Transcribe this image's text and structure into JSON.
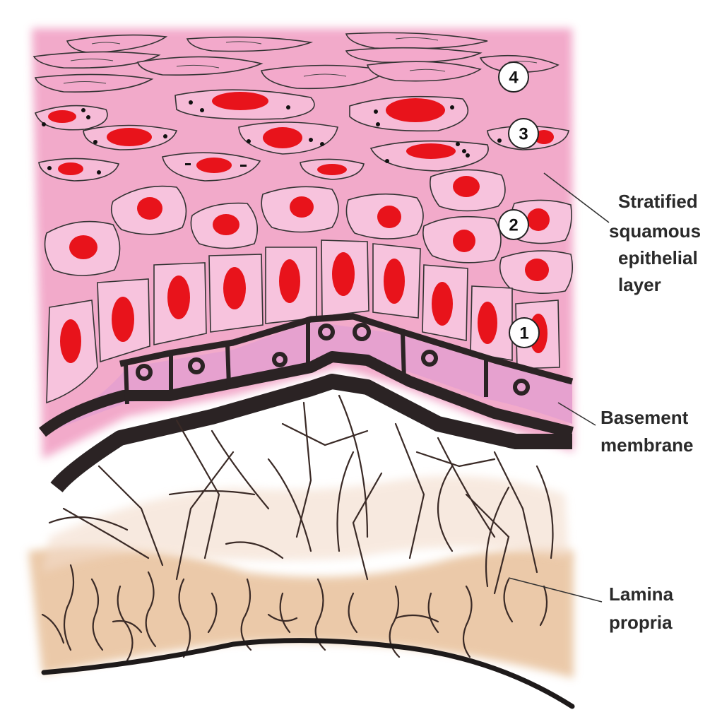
{
  "labels": {
    "stratified_line1": "Stratified",
    "stratified_line2": "squamous",
    "stratified_line3": "epithelial",
    "stratified_line4": "layer",
    "basement_line1": "Basement",
    "basement_line2": "membrane",
    "lamina_line1": "Lamina",
    "lamina_line2": "propria"
  },
  "layer_markers": [
    "1",
    "2",
    "3",
    "4"
  ],
  "colors": {
    "epithelium_pink": "#f2a6c8",
    "cell_fill": "#f7c3dd",
    "nucleus_red": "#e8131b",
    "basement_dark": "#2b2324",
    "basal_cell_fill": "#e6a1cf",
    "lamina_tan": "#e9c4a0",
    "fiber_dark": "#3a2a26"
  }
}
